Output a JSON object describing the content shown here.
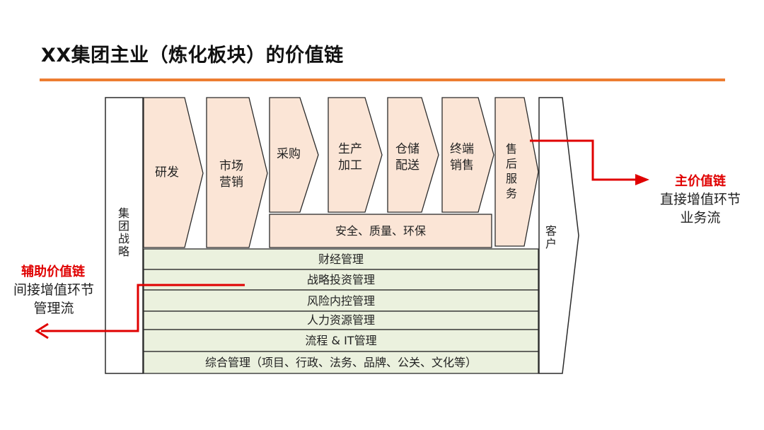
{
  "title": "XX集团主业（炼化板块）的价值链",
  "left_column": "集团战略",
  "right_column": "客户",
  "primary_activities": [
    "研发",
    "市场营销",
    "采购",
    "生产加工",
    "仓储配送",
    "终端销售",
    "售后服务"
  ],
  "primary_lines": [
    [
      "研发"
    ],
    [
      "市场",
      "营销"
    ],
    [
      "采购"
    ],
    [
      "生产",
      "加工"
    ],
    [
      "仓储",
      "配送"
    ],
    [
      "终端",
      "销售"
    ],
    [
      "售",
      "后",
      "服",
      "务"
    ]
  ],
  "shared_support_bar": "安全、质量、环保",
  "support_activities": [
    "财经管理",
    "战略投资管理",
    "风险内控管理",
    "人力资源管理",
    "流程 & IT管理",
    "综合管理（项目、行政、法务、品牌、公关、文化等）"
  ],
  "main_chain": {
    "heading": "主价值链",
    "line1": "直接增值环节",
    "line2": "业务流"
  },
  "aux_chain": {
    "heading": "辅助价值链",
    "line1": "间接增值环节",
    "line2": "管理流"
  },
  "colors": {
    "accent_rule": "#ed7d31",
    "primary_fill": "#fbe5d6",
    "support_fill": "#ebf1de",
    "arrow_red": "#e00000",
    "outline": "#2b2b2b"
  }
}
